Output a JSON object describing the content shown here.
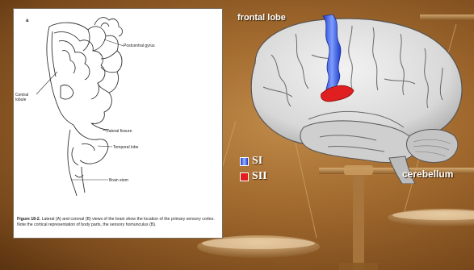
{
  "slide": {
    "background_color": "#a26a2e",
    "figure": {
      "panel_letter": "a",
      "labels": {
        "postcentral_gyrus": "Postcentral gyrus",
        "central_lobule": "Central lobule",
        "lateral_fissure": "Lateral fissure",
        "temporal_lobe": "Temporal lobe",
        "brain_stem": "Brain stem"
      },
      "caption_bold": "Figure 18-2.",
      "caption_text": " Lateral (A) and coronal (B) views of the brain show the location of the primary sensory cortex. Note the cortical representation of body parts, the sensory homunculus (B)."
    },
    "brain": {
      "frontal_lobe_label": "frontal lobe",
      "cerebellum_label": "cerebellum",
      "legend": [
        {
          "label": "SI",
          "color": "#3b63e0"
        },
        {
          "label": "SII",
          "color": "#e02020"
        }
      ]
    }
  }
}
